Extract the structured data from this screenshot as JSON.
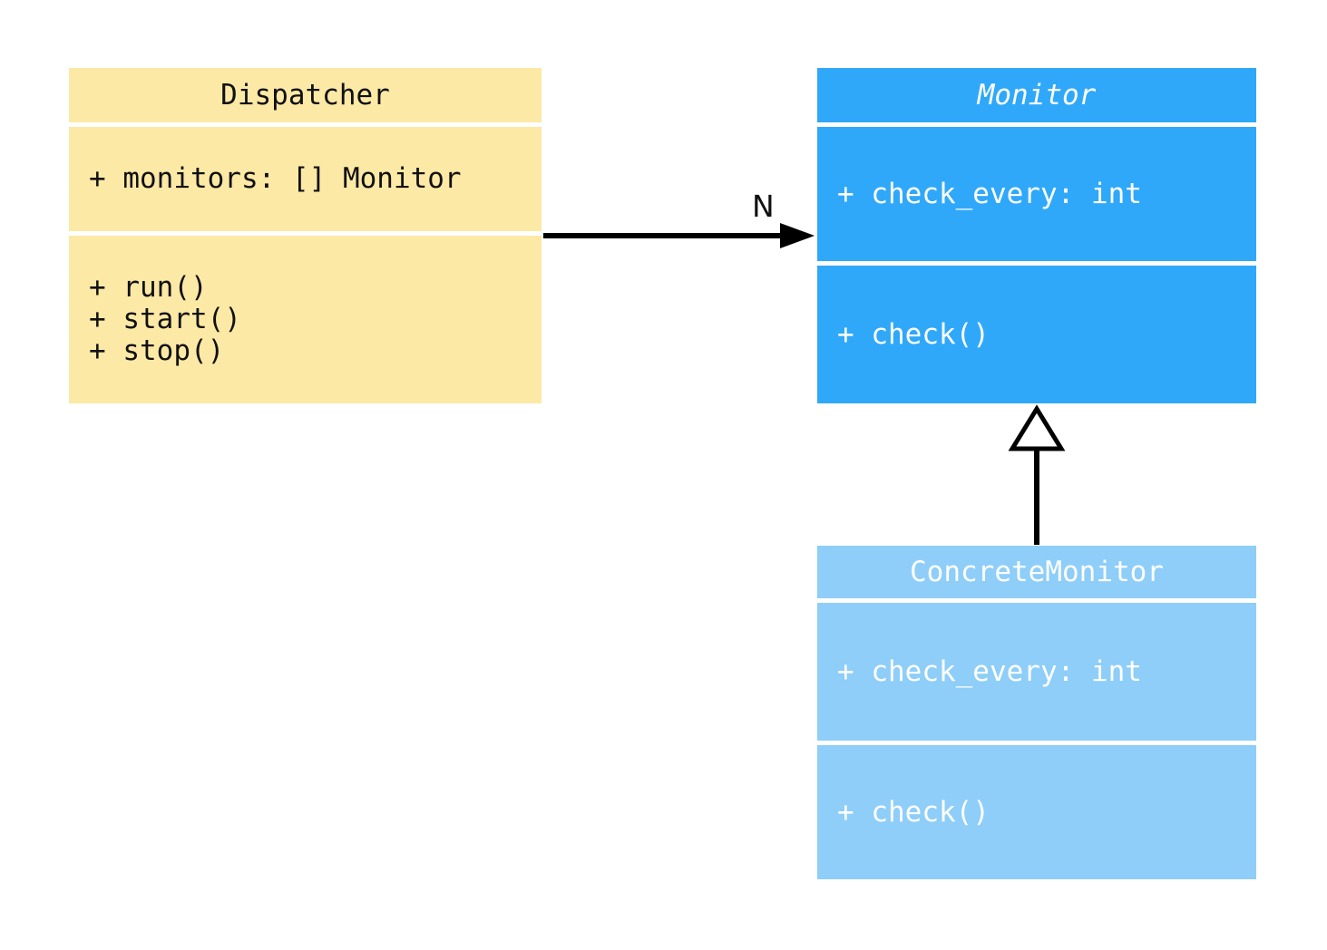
{
  "diagram": {
    "type": "uml-class-diagram",
    "background_color": "#ffffff",
    "classes": [
      {
        "id": "dispatcher",
        "name": "Dispatcher",
        "abstract": false,
        "fill_color": "#FDE9A6",
        "text_color": "#111111",
        "attributes": [
          "+ monitors: [] Monitor"
        ],
        "methods": [
          "+ run()",
          "+ start()",
          "+ stop()"
        ]
      },
      {
        "id": "monitor",
        "name": "Monitor",
        "abstract": true,
        "fill_color": "#2FA8FA",
        "text_color": "#ffffff",
        "attributes": [
          "+ check_every: int"
        ],
        "methods": [
          "+ check()"
        ]
      },
      {
        "id": "concrete-monitor",
        "name": "ConcreteMonitor",
        "abstract": false,
        "fill_color": "#8ECEF8",
        "text_color": "#ffffff",
        "attributes": [
          "+ check_every: int"
        ],
        "methods": [
          "+ check()"
        ]
      }
    ],
    "relationships": [
      {
        "type": "association",
        "from": "Dispatcher",
        "to": "Monitor",
        "label": "N",
        "arrow_style": "filled-arrowhead",
        "line_color": "#000000"
      },
      {
        "type": "inheritance",
        "from": "ConcreteMonitor",
        "to": "Monitor",
        "label": "",
        "arrow_style": "hollow-triangle",
        "line_color": "#000000"
      }
    ]
  }
}
